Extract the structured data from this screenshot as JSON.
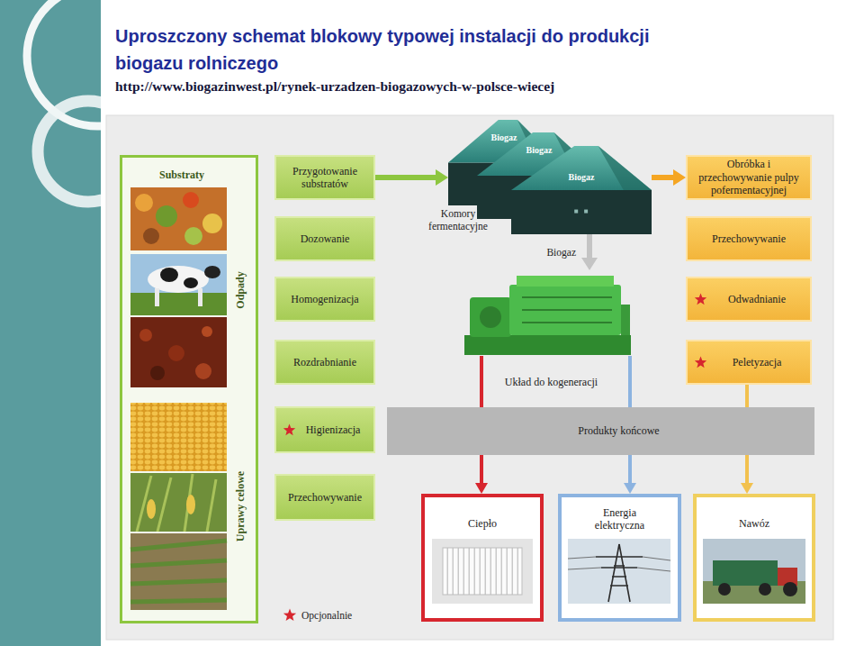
{
  "diagram": {
    "title": "Uproszczony schemat blokowy typowej instalacji do produkcji biogazu rolniczego",
    "nodes": [
      {
        "text": [
          "Substraty"
        ]
      },
      {
        "text": [
          "Przygotowanie substratów"
        ]
      },
      {
        "text": [
          "Biogaz"
        ]
      },
      {
        "text": [
          "Biogaz"
        ]
      },
      {
        "text": [
          "Biogaz"
        ]
      },
      {
        "text": [
          "Obróbka i przechowywanie pulpy pofermentacyjnej"
        ]
      },
      {
        "text": [
          "Dozowanie"
        ]
      },
      {
        "text": [
          "Przechowywanie"
        ]
      },
      {
        "text": [
          "Homogenizacja"
        ]
      },
      {
        "text": [
          "Odwadnianie"
        ]
      },
      {
        "text": [
          "Rozdrabnianie"
        ]
      },
      {
        "text": [
          "Peletyzacja"
        ]
      },
      {
        "text": [
          "Układ do kogeneracji"
        ]
      },
      {
        "text": [
          "Higienizacja"
        ]
      },
      {
        "text": [
          "Produkty końcowe"
        ]
      },
      {
        "text": [
          "Przechowywanie"
        ]
      },
      {
        "text": [
          "Ciepło"
        ]
      },
      {
        "text": [
          "Energia elektryczna"
        ]
      },
      {
        "text": [
          "Nawóz"
        ]
      }
    ],
    "edges": [
      {
        "from": 1,
        "to": 2,
        "arrow": "to"
      },
      {
        "from": 4,
        "to": 5,
        "arrow": "to"
      },
      {
        "from": 4,
        "to": 12,
        "label": "Biogaz",
        "arrow": "to"
      },
      {
        "from": 12,
        "to": 14,
        "arrow": "none"
      },
      {
        "from": 12,
        "to": 14,
        "arrow": "none"
      },
      {
        "from": 11,
        "to": 14,
        "arrow": "none"
      },
      {
        "from": 14,
        "to": 16,
        "arrow": "to"
      },
      {
        "from": 14,
        "to": 17,
        "arrow": "to"
      },
      {
        "from": 14,
        "to": 18,
        "arrow": "to"
      }
    ],
    "labels": [
      "http://www.biogazinwest.pl/rynek-urzadzen-biogazowych-w-polsce-wiecej",
      "Komory fermentacyjne",
      "Odpady",
      "Uprawy celowe"
    ],
    "legend": [
      {
        "text": "Opcjonalnie"
      }
    ]
  }
}
